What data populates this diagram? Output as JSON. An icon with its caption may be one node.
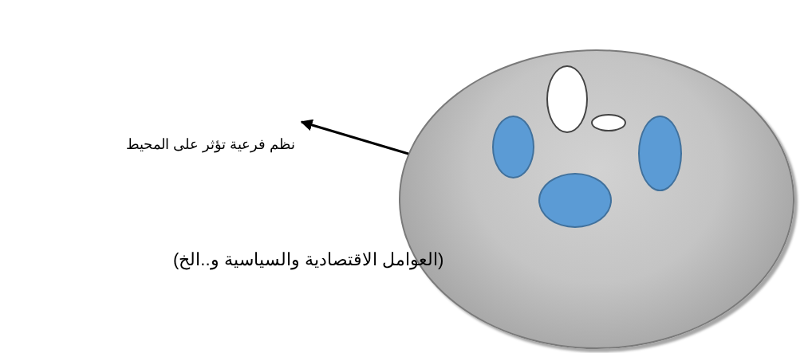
{
  "diagram": {
    "nodes": [
      {
        "text": [
          "نظم فرعية تؤثر على المحيط"
        ]
      },
      {
        "text": [],
        "shape": "circle"
      },
      {
        "text": [],
        "shape": "circle",
        "in": 1
      },
      {
        "text": [],
        "shape": "circle",
        "in": 1
      },
      {
        "text": [],
        "shape": "circle",
        "in": 1
      },
      {
        "text": [],
        "shape": "circle",
        "in": 1
      },
      {
        "text": [],
        "shape": "circle",
        "in": 1
      }
    ],
    "edges": [
      {
        "from": 1,
        "to": 0,
        "arrow": "to"
      }
    ],
    "labels": [
      "(العوامل الاقتصادية والسياسية و..الخ)"
    ]
  }
}
